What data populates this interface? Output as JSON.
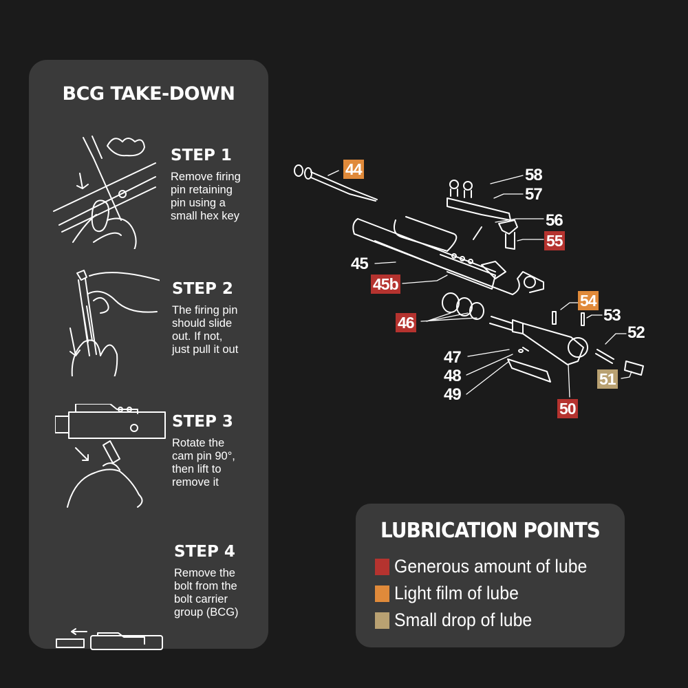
{
  "takedown": {
    "title": "BCG TAKE-DOWN",
    "steps": [
      {
        "heading": "STEP 1",
        "text": "Remove firing pin retaining pin using a small hex key",
        "lines": [
          "Remove firing",
          "pin retaining",
          "pin using a",
          "small hex key"
        ]
      },
      {
        "heading": "STEP 2",
        "text": "The firing pin should slide out. If not, just pull it out",
        "lines": [
          "The firing pin",
          "should slide",
          "out. If not,",
          "just pull it out"
        ]
      },
      {
        "heading": "STEP 3",
        "text": "Rotate the cam pin 90°, then lift to remove it",
        "lines": [
          "Rotate the",
          "cam pin 90°,",
          "then lift to",
          "remove it"
        ]
      },
      {
        "heading": "STEP 4",
        "text": "Remove the bolt from the bolt carrier group (BCG)",
        "lines": [
          "Remove the",
          "bolt from the",
          "bolt carrier",
          "group (BCG)"
        ]
      }
    ]
  },
  "lubrication": {
    "title": "LUBRICATION POINTS",
    "legend": [
      {
        "label": "Generous amount of lube",
        "color": "#b5332f"
      },
      {
        "label": "Light film of lube",
        "color": "#e08a3a"
      },
      {
        "label": "Small drop of lube",
        "color": "#b9a172"
      }
    ]
  },
  "diagram": {
    "parts": [
      {
        "id": "44",
        "lube": "light",
        "color": "#e08a3a"
      },
      {
        "id": "45",
        "lube": null
      },
      {
        "id": "45b",
        "lube": "generous",
        "color": "#b5332f"
      },
      {
        "id": "46",
        "lube": "generous",
        "color": "#b5332f"
      },
      {
        "id": "47",
        "lube": null
      },
      {
        "id": "48",
        "lube": null
      },
      {
        "id": "49",
        "lube": null
      },
      {
        "id": "50",
        "lube": "generous",
        "color": "#b5332f"
      },
      {
        "id": "51",
        "lube": "small",
        "color": "#b9a172"
      },
      {
        "id": "52",
        "lube": null
      },
      {
        "id": "53",
        "lube": null
      },
      {
        "id": "54",
        "lube": "light",
        "color": "#e08a3a"
      },
      {
        "id": "55",
        "lube": "generous",
        "color": "#b5332f"
      },
      {
        "id": "56",
        "lube": null
      },
      {
        "id": "57",
        "lube": null
      },
      {
        "id": "58",
        "lube": null
      }
    ]
  }
}
